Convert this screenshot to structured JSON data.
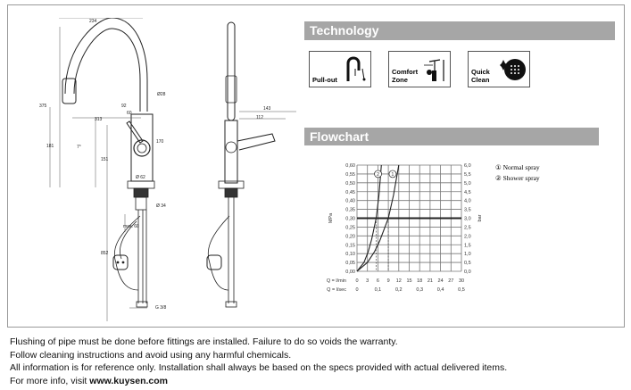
{
  "drawing": {
    "dimensions": [
      "234",
      "92",
      "60",
      "313",
      "Ø28",
      "7°",
      "181",
      "151",
      "170",
      "Ø 62",
      "Ø 34",
      "max. 60",
      "852",
      "G 3/8",
      "143",
      "112",
      "375"
    ]
  },
  "technology": {
    "title": "Technology",
    "items": [
      {
        "label_1": "Pull-out",
        "label_2": "",
        "icon": "pull-out-icon"
      },
      {
        "label_1": "Comfort",
        "label_2": "Zone",
        "icon": "comfort-zone-icon"
      },
      {
        "label_1": "Quick",
        "label_2": "Clean",
        "icon": "quick-clean-icon"
      }
    ]
  },
  "flowchart": {
    "title": "Flowchart"
  },
  "chart_data": {
    "type": "line",
    "title": "",
    "ylabel": "MPa",
    "y2label": "bar",
    "ylim": [
      0,
      0.6
    ],
    "y_ticks": [
      "0,00",
      "0,05",
      "0,10",
      "0,15",
      "0,20",
      "0,25",
      "0,30",
      "0,35",
      "0,40",
      "0,45",
      "0,50",
      "0,55",
      "0,60"
    ],
    "y2_ticks": [
      "0,0",
      "0,5",
      "1,0",
      "1,5",
      "2,0",
      "2,5",
      "3,0",
      "3,5",
      "4,0",
      "4,5",
      "5,0",
      "5,5",
      "6,0"
    ],
    "xlim": [
      0,
      30
    ],
    "x_label_lmin": "Q = l/min",
    "x_ticks_lmin": [
      "0",
      "3",
      "6",
      "9",
      "12",
      "15",
      "18",
      "21",
      "24",
      "27",
      "30"
    ],
    "x_label_lsec": "Q = l/sec",
    "x_ticks_lsec": [
      "0",
      "0,1",
      "0,2",
      "0,3",
      "0,4",
      "0,5"
    ],
    "reference_line": 0.3,
    "grid": true,
    "series": [
      {
        "name": "Normal spray",
        "marker": "1",
        "points": [
          [
            0,
            0
          ],
          [
            3,
            0.05
          ],
          [
            5,
            0.11
          ],
          [
            6.5,
            0.17
          ],
          [
            9,
            0.3
          ],
          [
            10.5,
            0.43
          ],
          [
            12,
            0.6
          ]
        ]
      },
      {
        "name": "Shower spray",
        "marker": "2",
        "points": [
          [
            0,
            0
          ],
          [
            2,
            0.05
          ],
          [
            3.2,
            0.11
          ],
          [
            4.2,
            0.18
          ],
          [
            5.5,
            0.3
          ],
          [
            6.3,
            0.43
          ],
          [
            7,
            0.6
          ]
        ]
      }
    ],
    "legend": [
      {
        "symbol": "①",
        "text": "Normal spray"
      },
      {
        "symbol": "②",
        "text": "Shower spray"
      }
    ],
    "legend_position": "right"
  },
  "footer": {
    "line1": "Flushing of pipe must be done before fittings are installed. Failure to do so voids the warranty.",
    "line2": "Follow cleaning instructions and avoid using any harmful chemicals.",
    "line3": "All information is for reference only. Installation shall always be based on the specs provided with actual delivered items.",
    "line4_prefix": "For more info, visit ",
    "line4_link": "www.kuysen.com"
  }
}
